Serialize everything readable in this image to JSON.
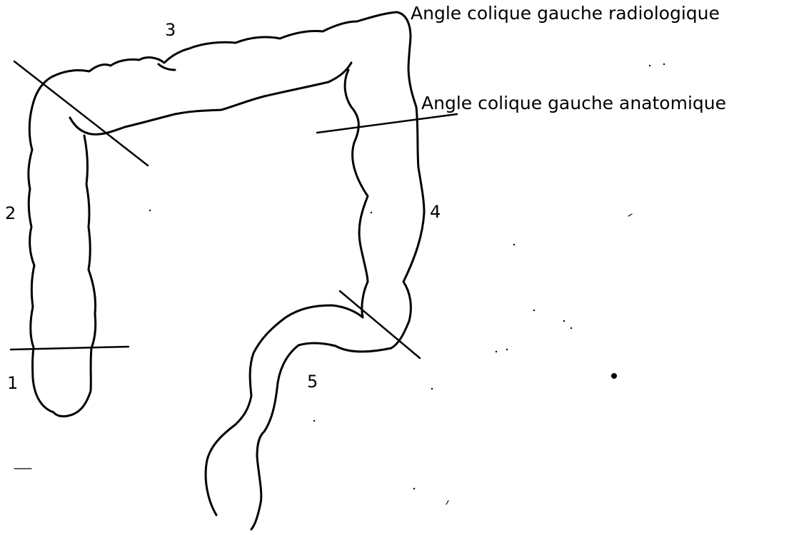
{
  "labels": {
    "angle_radiologique": "Angle colique gauche radiologique",
    "angle_anatomique": "Angle colique gauche anatomique",
    "segment_1": "1",
    "segment_2": "2",
    "segment_3": "3",
    "segment_4": "4",
    "segment_5": "5"
  }
}
